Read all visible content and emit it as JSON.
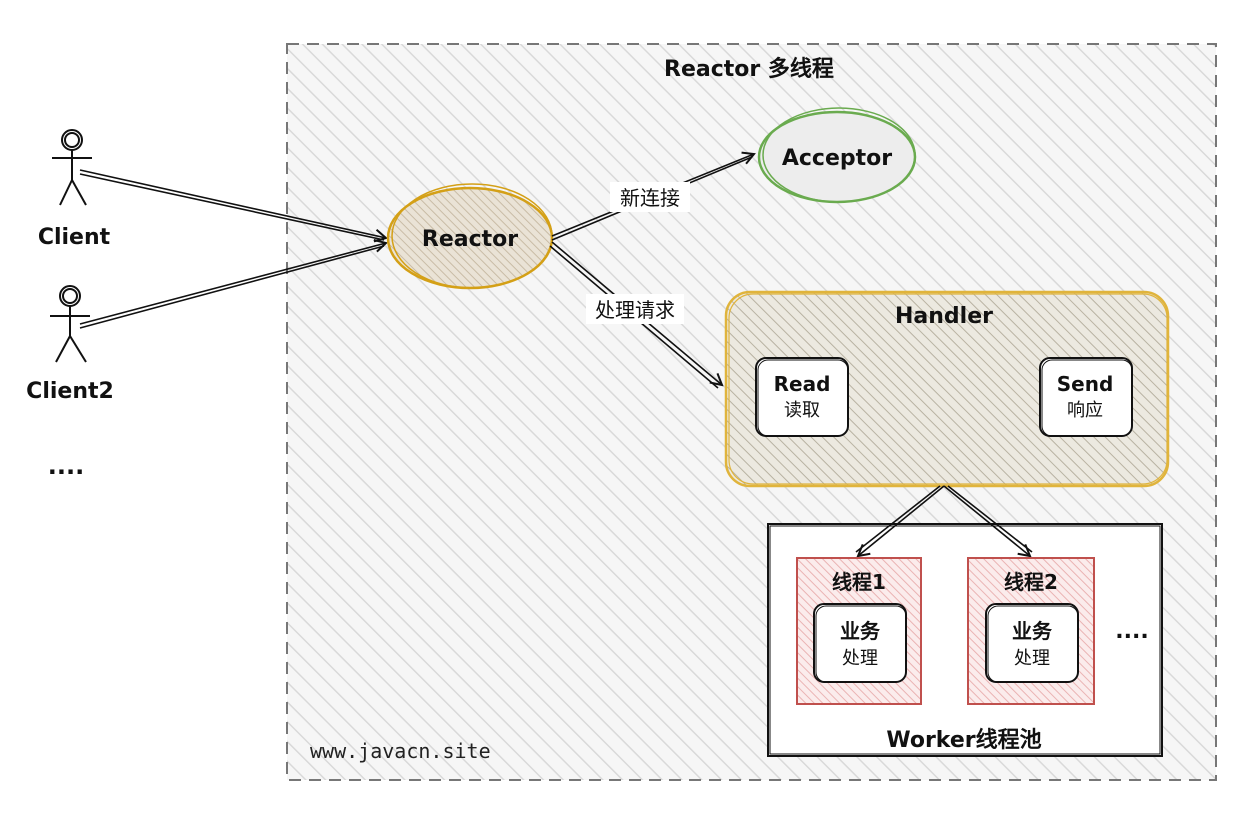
{
  "title": "Reactor 多线程",
  "clients": [
    "Client",
    "Client2"
  ],
  "client_more": "....",
  "reactor_label": "Reactor",
  "acceptor_label": "Acceptor",
  "edge_new_connection": "新连接",
  "edge_handle_request": "处理请求",
  "handler": {
    "title": "Handler",
    "read": {
      "label": "Read",
      "sub": "读取"
    },
    "send": {
      "label": "Send",
      "sub": "响应"
    }
  },
  "worker_pool": {
    "title": "Worker线程池",
    "threads": [
      {
        "label": "线程1",
        "task": "业务",
        "task_sub": "处理"
      },
      {
        "label": "线程2",
        "task": "业务",
        "task_sub": "处理"
      }
    ],
    "more": "...."
  },
  "watermark": "www.javacn.site",
  "colors": {
    "reactor_stroke": "#d4a017",
    "acceptor_stroke": "#6aab4f",
    "handler_stroke": "#e0b43c",
    "thread_stroke": "#c0504d"
  }
}
